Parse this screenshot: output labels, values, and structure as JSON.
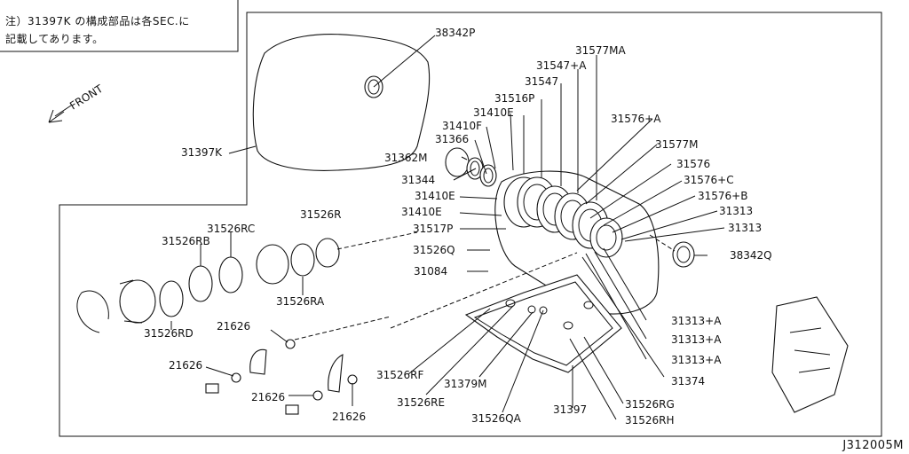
{
  "note": {
    "line1": "注）31397K の構成部品は各SEC.に",
    "line2": "記載してあります。"
  },
  "front_label": "FRONT",
  "diagram_code": "J312005M",
  "callouts": {
    "c38342P": "38342P",
    "c31397K": "31397K",
    "c31577MA": "31577MA",
    "c31547A": "31547+A",
    "c31547": "31547",
    "c31516P": "31516P",
    "c31410E_top": "31410E",
    "c31410F": "31410F",
    "c31366": "31366",
    "c31362M": "31362M",
    "c31344": "31344",
    "c31410E_a": "31410E",
    "c31410E_b": "31410E",
    "c31517P": "31517P",
    "c31526Q": "31526Q",
    "c31084": "31084",
    "c31576A": "31576+A",
    "c31577M": "31577M",
    "c31576": "31576",
    "c31576C": "31576+C",
    "c31576B": "31576+B",
    "c31313_a": "31313",
    "c31313_b": "31313",
    "c38342Q": "38342Q",
    "c31313A_1": "31313+A",
    "c31313A_2": "31313+A",
    "c31313A_3": "31313+A",
    "c31374": "31374",
    "c31526RG": "31526RG",
    "c31526RH": "31526RH",
    "c31397": "31397",
    "c31526QA": "31526QA",
    "c31379M": "31379M",
    "c31526RE": "31526RE",
    "c31526RF": "31526RF",
    "c31526R": "31526R",
    "c31526RC": "31526RC",
    "c31526RB": "31526RB",
    "c31526RA": "31526RA",
    "c31526RD": "31526RD",
    "c21626_1": "21626",
    "c21626_2": "21626",
    "c21626_3": "21626",
    "c21626_4": "21626"
  }
}
